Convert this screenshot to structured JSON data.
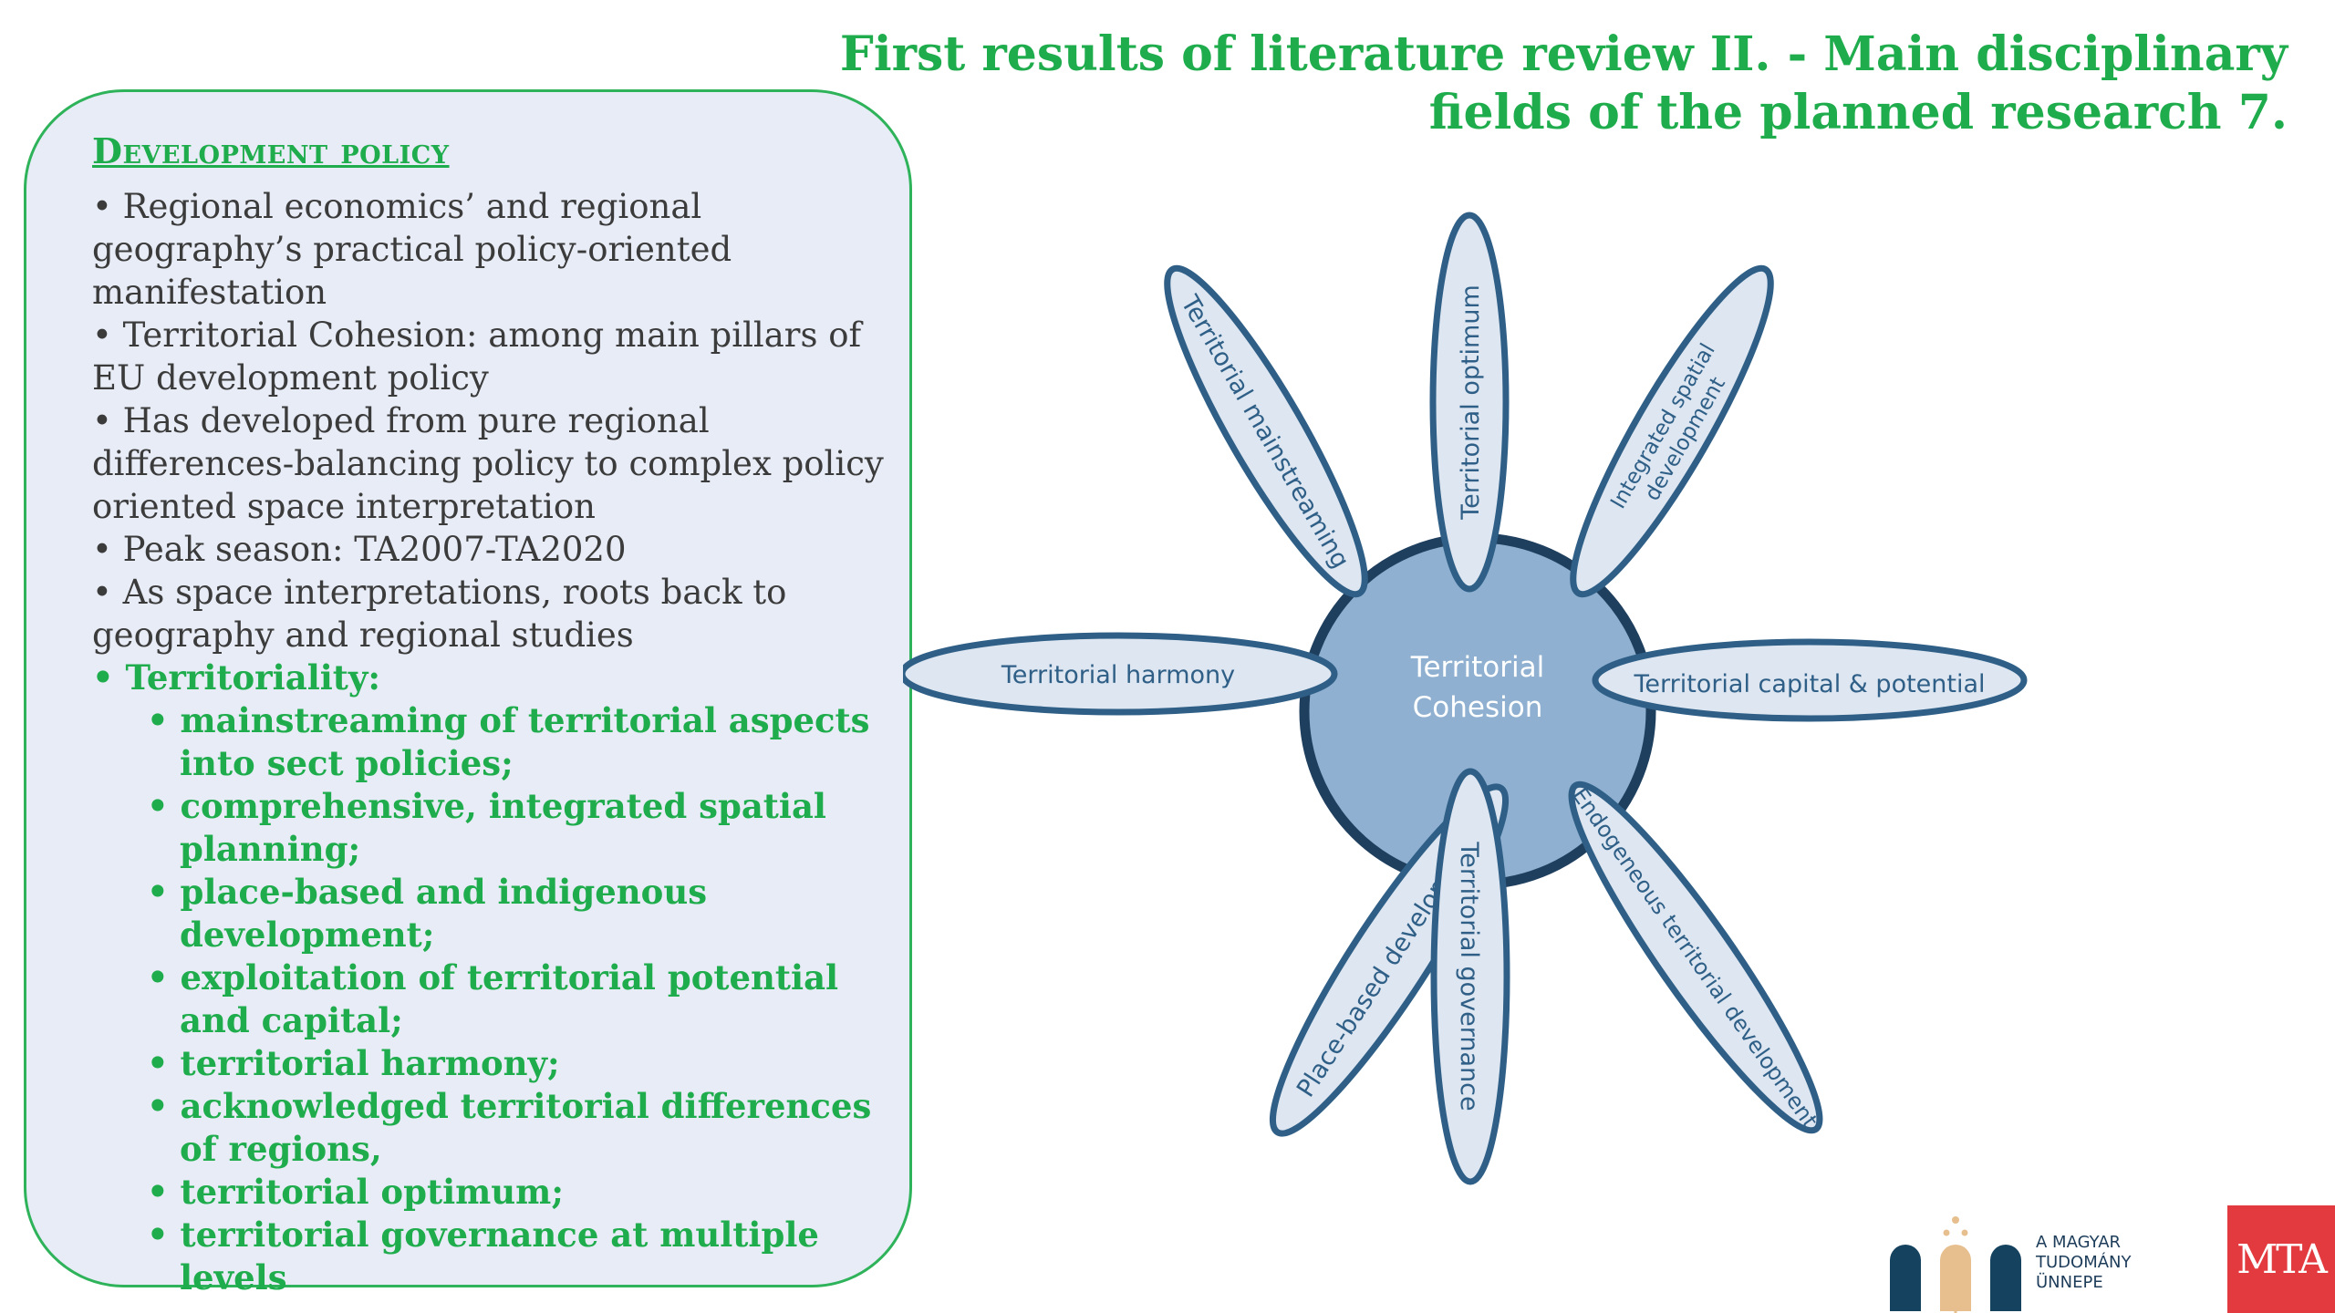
{
  "title": {
    "line1": "First results of literature review II. - Main disciplinary",
    "line2": "fields of the planned research 7."
  },
  "panel": {
    "heading": "Development policy",
    "bullets": [
      "Regional economics’ and regional geography’s practical policy-oriented manifestation",
      "Territorial Cohesion: among main pillars of EU development policy",
      "Has developed from pure regional differences-balancing policy to complex policy oriented space interpretation",
      "Peak season: TA2007-TA2020",
      "As space interpretations, roots back to geography and regional studies"
    ],
    "territoriality_label": "Territoriality:",
    "territoriality_items": [
      "mainstreaming of territorial aspects into sect policies;",
      "comprehensive, integrated spatial planning;",
      "place-based and indigenous development;",
      "exploitation of territorial potential and capital;",
      "territorial harmony;",
      "acknowledged territorial differences of regions,",
      "territorial optimum;",
      "territorial governance at multiple levels"
    ]
  },
  "diagram": {
    "center_line1": "Territorial",
    "center_line2": "Cohesion",
    "petals": {
      "optimum": "Territorial optimum",
      "mainstreaming": "Territorial mainstreaming",
      "integrated_line1": "Integrated spatial",
      "integrated_line2": "development",
      "harmony": "Territorial harmony",
      "capital": "Territorial capital & potential",
      "place_based": "Place-based development",
      "governance": "Territorial governance",
      "endogeneous": "Endogeneous territorial development"
    }
  },
  "logo": {
    "line1": "A MAGYAR",
    "line2": "TUDOMÁNY",
    "line3": "ÜNNEPE",
    "mta": "MTA"
  },
  "colors": {
    "accent_green": "#1fac4c",
    "panel_bg": "#e7ecf6",
    "petal_fill": "#dde6f1",
    "petal_stroke": "#2f5f86",
    "center_fill": "#8fb0d0",
    "mta_red": "#e23a3f"
  }
}
